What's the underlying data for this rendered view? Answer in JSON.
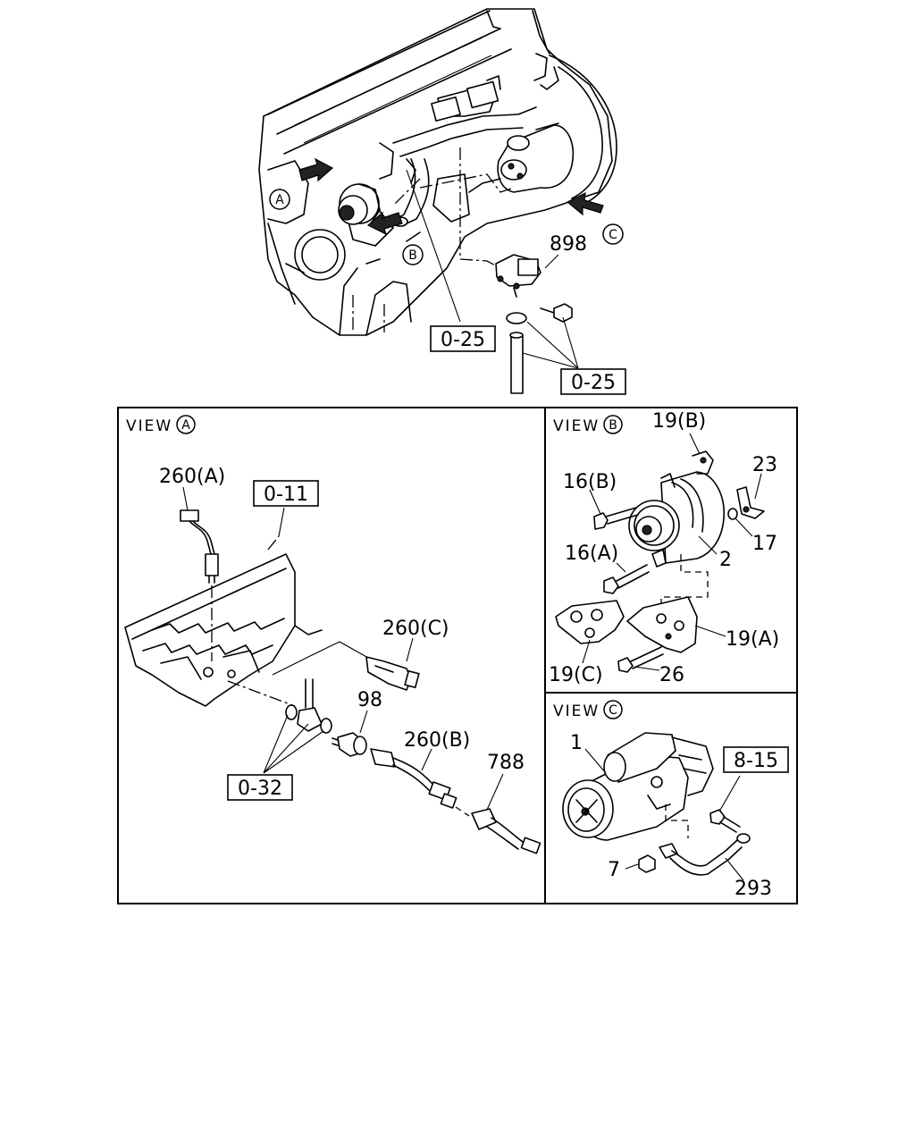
{
  "overview": {
    "callouts": [
      "A",
      "B",
      "C"
    ],
    "part_labels": {
      "p898": "898"
    },
    "refs": {
      "r1": "0-25",
      "r2": "0-25"
    }
  },
  "views": {
    "a": {
      "title": "VIEW",
      "letter": "A",
      "labels": {
        "p260a": "260(A)",
        "p260c": "260(C)",
        "p98": "98",
        "p260b": "260(B)",
        "p788": "788"
      },
      "refs": {
        "r011": "0-11",
        "r032": "0-32"
      }
    },
    "b": {
      "title": "VIEW",
      "letter": "B",
      "labels": {
        "p19b": "19(B)",
        "p23": "23",
        "p16b": "16(B)",
        "p17": "17",
        "p16a": "16(A)",
        "p2": "2",
        "p19a": "19(A)",
        "p19c": "19(C)",
        "p26": "26"
      }
    },
    "c": {
      "title": "VIEW",
      "letter": "C",
      "labels": {
        "p1": "1",
        "p7": "7",
        "p293": "293"
      },
      "refs": {
        "r815": "8-15"
      }
    }
  }
}
